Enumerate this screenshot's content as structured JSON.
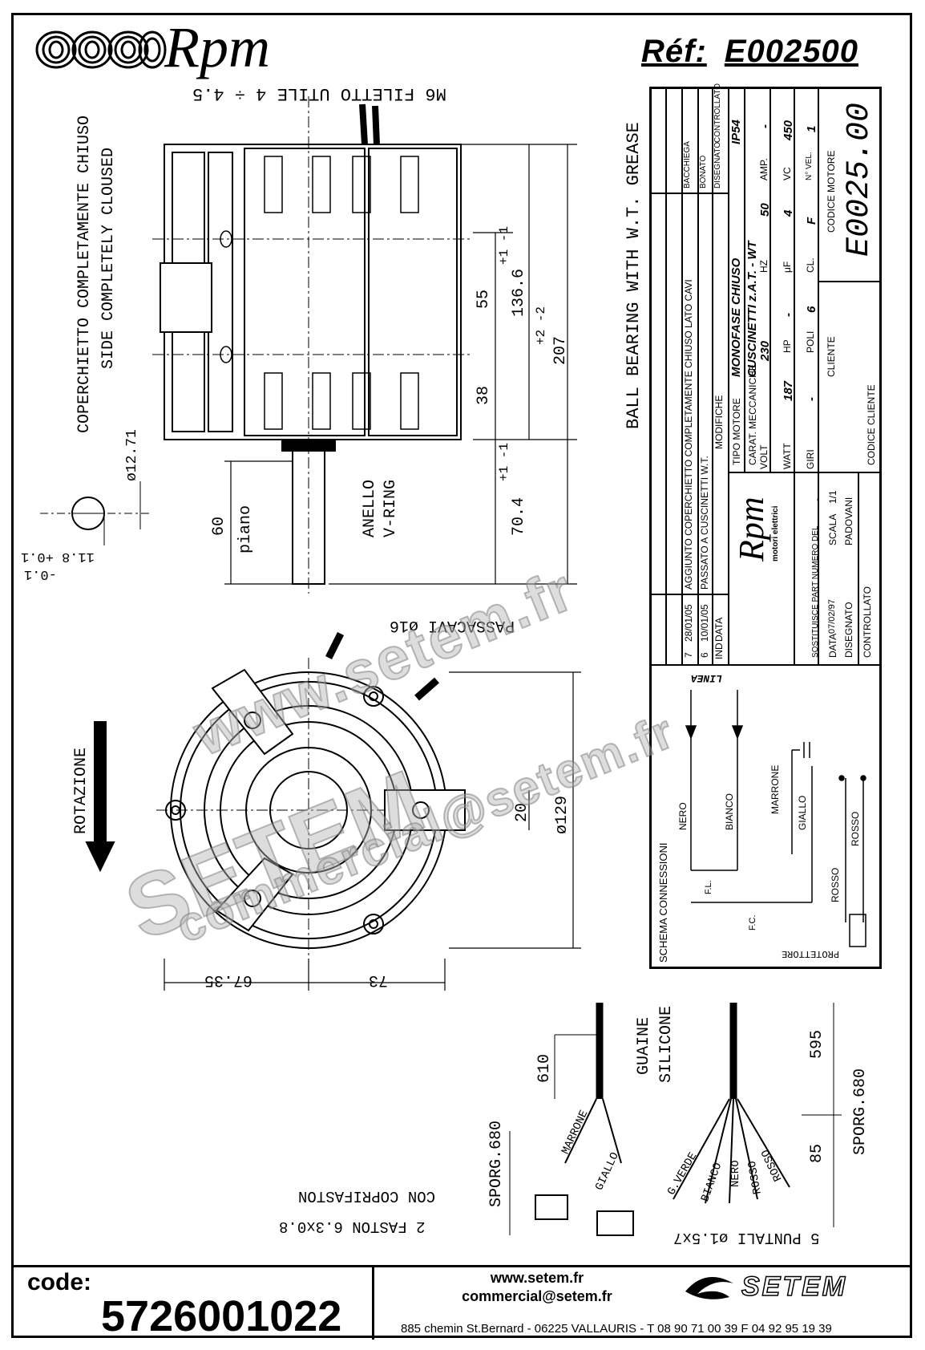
{
  "header": {
    "brand": "Rpm",
    "ref_label": "Réf:",
    "ref_value": "E002500"
  },
  "notes": {
    "cover_it": "COPERCHIETTO COMPLETAMENTE CHIUSO",
    "cover_en": "SIDE COMPLETELY CLOUSED",
    "thread": "M6 FILETTO UTILE 4 ÷ 4.5",
    "bearing": "BALL BEARING WITH W.T. GREASE",
    "ring_it": "ANELLO",
    "ring_en": "V-RING",
    "piano": "piano",
    "passacavi": "PASSACAVI ø16",
    "rotazione": "ROTAZIONE",
    "guaine_1": "GUAINE",
    "guaine_2": "SILICONE",
    "faston_1": "CON COPRIFASTON",
    "faston_2": "2 FASTON 6.3x0.8",
    "puntali": "5 PUNTALI ø1.5x7"
  },
  "dimensions": {
    "d_12_71": "ø12.71",
    "d_11_8": "11.8 +0.1",
    "d_11_8_tol": "-0.1",
    "d_60": "60",
    "d_55": "55",
    "d_38": "38",
    "d_136": "136.6",
    "d_136_tol": "+1  -1",
    "d_207": "207",
    "d_207_tol": "+2  -2",
    "d_70": "70.4",
    "d_70_tol": "+1  -1",
    "d_20": "20",
    "d_129": "ø129",
    "d_67": "67.35",
    "d_73": "73",
    "d_610": "610",
    "d_595": "595",
    "d_85": "85",
    "d_sporg": "SPORG.680"
  },
  "wires_left": [
    "MARRONE",
    "GIALLO"
  ],
  "wires_right": [
    "G.VERDE",
    "BIANCO",
    "NERO",
    "ROSSO",
    "ROSSO"
  ],
  "schema": {
    "title": "SCHEMA CONNESSIONI",
    "linea": "LINEA",
    "wires": [
      "NERO",
      "BIANCO",
      "MARRONE",
      "GIALLO",
      "ROSSO",
      "ROSSO"
    ],
    "fl": "F.L.",
    "fc": "F.C.",
    "protettore": "PROTETTORE"
  },
  "titleblock": {
    "rev7": "AGGIUNTO COPERCHIETTO COMPLETAMENTE CHIUSO LATO CAVI",
    "rev6": "PASSATO A CUSCINETTI W.T.",
    "rev7_no": "7",
    "rev7_date": "28/01/05",
    "rev6_no": "6",
    "rev6_date": "10/01/05",
    "ind": "IND",
    "data": "DATA",
    "modifiche": "MODIFICHE",
    "disegnato": "DISEGNATO",
    "controllato": "CONTROLLATO",
    "bacchiega": "BACCHIEGA",
    "bonato": "BONATO",
    "tipo_motore": "TIPO MOTORE",
    "tipo_val": "MONOFASE CHIUSO",
    "ip": "IP54",
    "carat": "CARAT. MECCANICHE",
    "carat_val": "CUSCINETTI z.A.T. - WT",
    "volt": "VOLT",
    "volt_v": "230",
    "hz": "HZ",
    "hz_v": "50",
    "amp": "AMP.",
    "amp_v": "-",
    "watt": "WATT",
    "watt_v": "187",
    "hp": "HP",
    "hp_v": "-",
    "uf": "μF",
    "uf_v": "4",
    "vc": "VC",
    "vc_v": "450",
    "giri": "GIRI",
    "giri_v": "-",
    "poli": "POLI",
    "poli_v": "6",
    "cl": "CL.",
    "cl_v": "F",
    "nvel": "N° VEL.",
    "nvel_v": "1",
    "cliente": "CLIENTE",
    "codice_motore": "CODICE MOTORE",
    "codice_motore_v": "E0025.00",
    "codice_cliente": "CODICE CLIENTE",
    "sostituisce": "SOSTITUISCE PART NUMERO DEL",
    "sostituisce_v": "-",
    "data_label": "DATA",
    "data_v": "07/02/97",
    "scala": "SCALA",
    "scala_v": "1/1",
    "dis": "DISEGNATO",
    "dis_v": "PADOVANI",
    "contr": "CONTROLLATO",
    "brand": "Rpm",
    "brand_sub": "motori elettrici"
  },
  "watermark": {
    "w1": "www.setem.fr",
    "w2": "SETEM",
    "w3": "commercial@setem.fr"
  },
  "footer": {
    "code_label": "code:",
    "code_value": "5726001022",
    "web": "www.setem.fr",
    "email": "commercial@setem.fr",
    "company": "SETEM",
    "address": "885 chemin St.Bernard  -  06225 VALLAURIS  -  T 08 90 71 00 39  F 04 92 95 19 39"
  }
}
